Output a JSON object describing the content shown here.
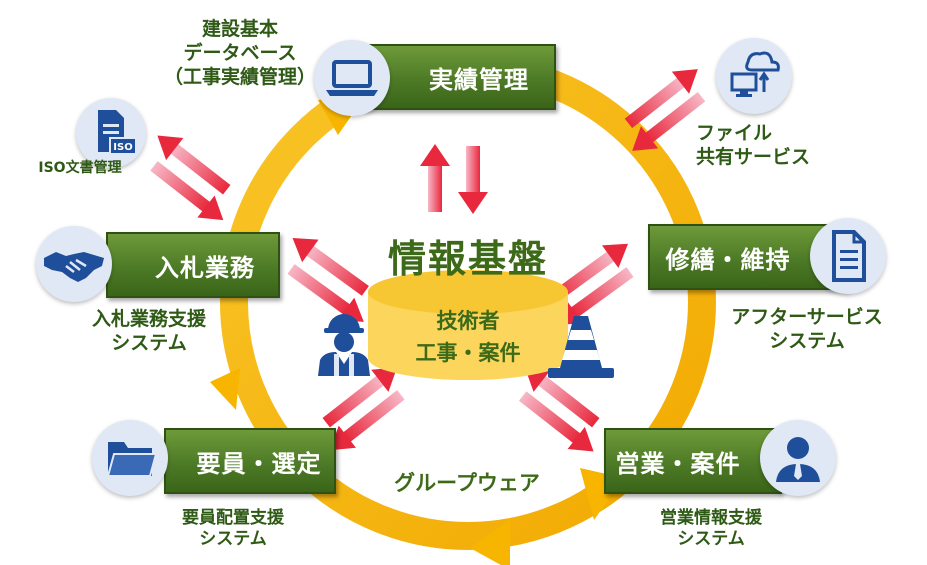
{
  "center": {
    "title": "情報基盤",
    "db_line1": "技術者",
    "db_line2": "工事・案件",
    "cycle_label": "グループウェア"
  },
  "nodes": {
    "jisseki": "実績管理",
    "shuzen": "修繕・維持",
    "eigyo": "営業・案件",
    "yoin": "要員・選定",
    "nyusatsu": "入札業務"
  },
  "labels": {
    "kensetsu": [
      "建設基本",
      "データベース",
      "（工事実績管理）"
    ],
    "iso": "ISO文書管理",
    "file": [
      "ファイル",
      "共有サービス"
    ],
    "after": [
      "アフターサービス",
      "システム"
    ],
    "eigyo_sys": [
      "営業情報支援",
      "システム"
    ],
    "yoin_sys": [
      "要員配置支援",
      "システム"
    ],
    "nyusatsu_sys": [
      "入札業務支援",
      "システム"
    ]
  },
  "icons": {
    "laptop": "laptop-icon",
    "iso_doc": "iso-document-icon",
    "cloud_pc": "cloud-computer-icon",
    "document": "document-icon",
    "person": "business-person-icon",
    "folder": "folder-icon",
    "handshake": "handshake-icon",
    "worker": "construction-worker-icon",
    "cone": "traffic-cone-icon"
  },
  "colors": {
    "ring": "#f7b500",
    "box_green": "#4d7a26",
    "label_green": "#2e5a16",
    "icon_blue": "#1f4e9a",
    "circle_bg": "#dfe8f4",
    "db_fill": "#fbd55c",
    "arrow_red": "#e8283c",
    "arrow_pink": "#f7b7c6"
  }
}
